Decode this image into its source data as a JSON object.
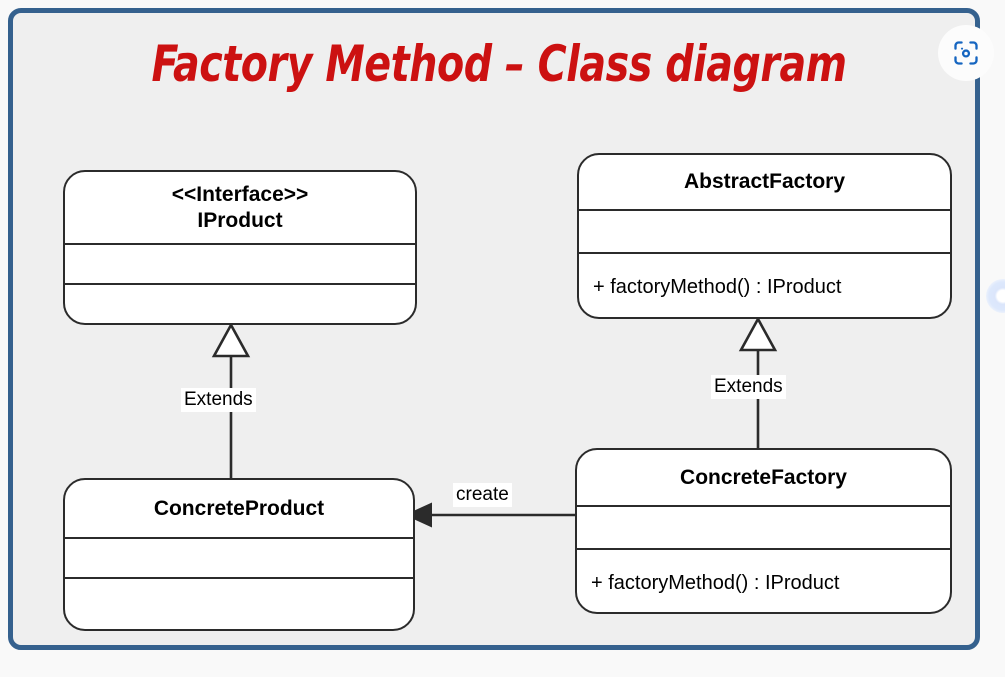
{
  "document": {
    "title": "Factory Method – Class diagram",
    "accent_color": "#cc1111",
    "frame_color": "#35618e",
    "canvas_color": "#efefef"
  },
  "toolbar": {
    "scan_icon": "scan-lens-icon",
    "edge_handle": "resize-handle-dot"
  },
  "diagram": {
    "type": "uml-class-diagram",
    "classes": [
      {
        "id": "iproduct",
        "stereotype": "<<Interface>>",
        "name": "IProduct",
        "attributes": [],
        "operations": []
      },
      {
        "id": "abstractfactory",
        "stereotype": "",
        "name": "AbstractFactory",
        "attributes": [],
        "operations": [
          "+ factoryMethod() : IProduct"
        ]
      },
      {
        "id": "concreteproduct",
        "stereotype": "",
        "name": "ConcreteProduct",
        "attributes": [],
        "operations": []
      },
      {
        "id": "concretefactory",
        "stereotype": "",
        "name": "ConcreteFactory",
        "attributes": [],
        "operations": [
          "+ factoryMethod() : IProduct"
        ]
      }
    ],
    "relations": [
      {
        "id": "rel-product-extends",
        "label": "Extends",
        "kind": "generalization",
        "from": "ConcreteProduct",
        "to": "IProduct",
        "arrowhead": "hollow-triangle"
      },
      {
        "id": "rel-factory-extends",
        "label": "Extends",
        "kind": "generalization",
        "from": "ConcreteFactory",
        "to": "AbstractFactory",
        "arrowhead": "hollow-triangle"
      },
      {
        "id": "rel-create",
        "label": "create",
        "kind": "association",
        "from": "ConcreteFactory",
        "to": "ConcreteProduct",
        "arrowhead": "solid-arrow"
      }
    ]
  }
}
